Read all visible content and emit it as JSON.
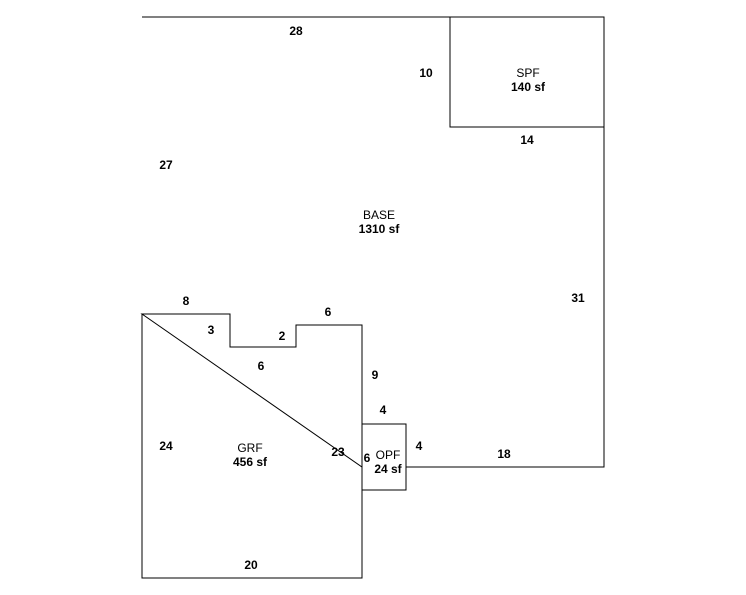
{
  "areas": {
    "base": {
      "name": "BASE",
      "sf": "1310 sf"
    },
    "spf": {
      "name": "SPF",
      "sf": "140 sf"
    },
    "grf": {
      "name": "GRF",
      "sf": "456 sf"
    },
    "opf": {
      "name": "OPF",
      "sf": "24 sf"
    }
  },
  "dimensions": {
    "base_top": "28",
    "base_left": "27",
    "base_right": "31",
    "base_bottom_right": "18",
    "spf_left": "10",
    "spf_bottom": "14",
    "notch_top": "8",
    "notch_left": "3",
    "notch_bottom": "6",
    "notch_step": "2",
    "notch_top_right": "6",
    "connector_vertical": "9",
    "opf_top": "4",
    "opf_right": "4",
    "opf_left": "6",
    "grf_left": "24",
    "grf_right": "23",
    "grf_bottom": "20"
  }
}
